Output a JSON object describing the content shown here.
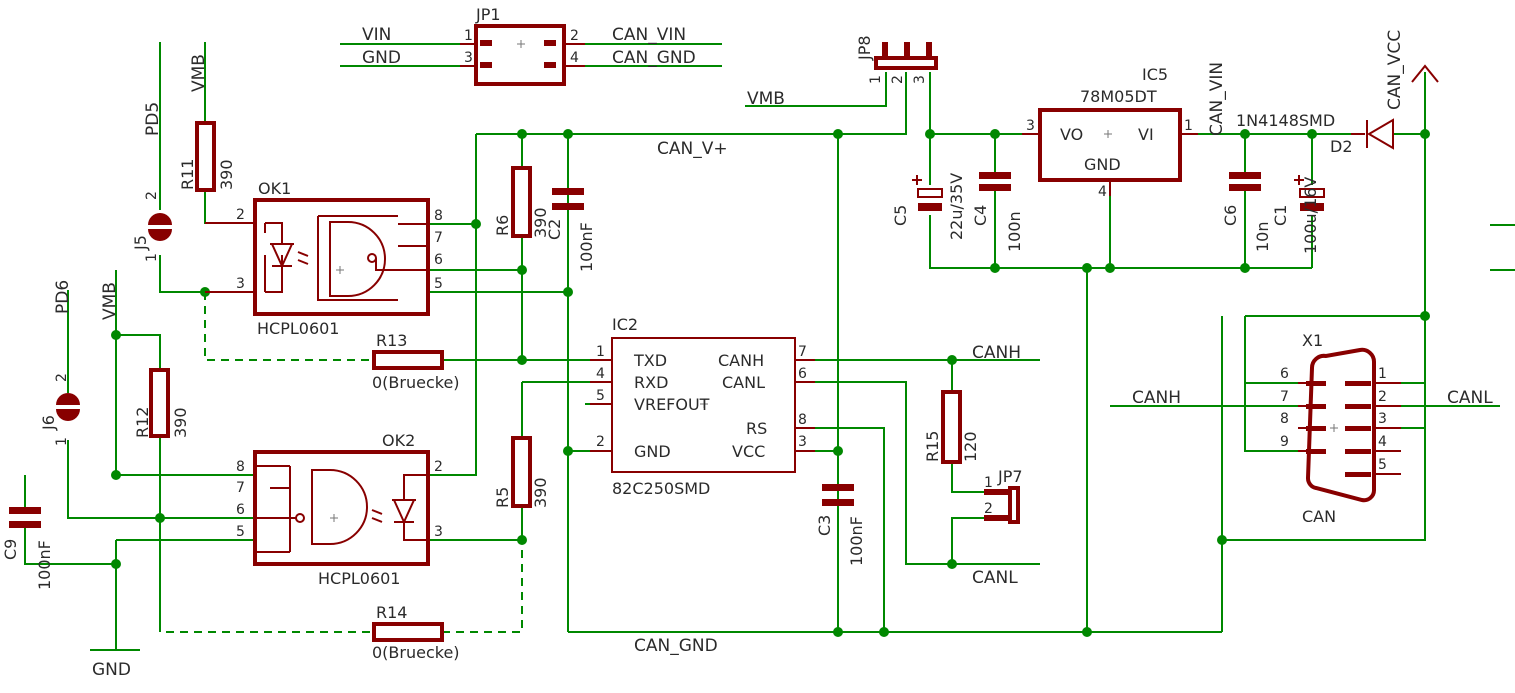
{
  "colors": {
    "wire": "#008800",
    "component": "#880000",
    "text": "#2b2b2b",
    "background": "#ffffff"
  },
  "nets": {
    "vin": "VIN",
    "gnd": "GND",
    "can_vin": "CAN_VIN",
    "can_gnd": "CAN_GND",
    "vmb": "VMB",
    "pd5": "PD5",
    "pd6": "PD6",
    "can_vplus": "CAN_V+",
    "canh": "CANH",
    "canl": "CANL",
    "can_vcc": "CAN_VCC"
  },
  "components": {
    "jp1": {
      "name": "JP1",
      "pins": [
        "1",
        "2",
        "3",
        "4"
      ]
    },
    "jp8": {
      "name": "JP8",
      "pins": [
        "1",
        "2",
        "3"
      ]
    },
    "jp7": {
      "name": "JP7",
      "pins": [
        "1",
        "2"
      ]
    },
    "j5": {
      "name": "J5",
      "pins": [
        "1",
        "2"
      ]
    },
    "j6": {
      "name": "J6",
      "pins": [
        "1",
        "2"
      ]
    },
    "ok1": {
      "name": "OK1",
      "value": "HCPL0601",
      "pins": [
        "2",
        "3",
        "8",
        "7",
        "6",
        "5"
      ]
    },
    "ok2": {
      "name": "OK2",
      "value": "HCPL0601",
      "pins": [
        "8",
        "7",
        "6",
        "5",
        "2",
        "3"
      ]
    },
    "r11": {
      "name": "R11",
      "value": "390"
    },
    "r12": {
      "name": "R12",
      "value": "390"
    },
    "r6": {
      "name": "R6",
      "value": "390"
    },
    "r5": {
      "name": "R5",
      "value": "390"
    },
    "r13": {
      "name": "R13",
      "value": "0(Bruecke)"
    },
    "r14": {
      "name": "R14",
      "value": "0(Bruecke)"
    },
    "r15": {
      "name": "R15",
      "value": "120"
    },
    "c2": {
      "name": "C2",
      "value": "100nF"
    },
    "c3": {
      "name": "C3",
      "value": "100nF"
    },
    "c9": {
      "name": "C9",
      "value": "100nF"
    },
    "c4": {
      "name": "C4",
      "value": "100n"
    },
    "c6": {
      "name": "C6",
      "value": "10n"
    },
    "c5": {
      "name": "C5",
      "value": "22u/35V"
    },
    "c1": {
      "name": "C1",
      "value": "100u/16V"
    },
    "ic2": {
      "name": "IC2",
      "value": "82C250SMD",
      "pins": [
        "1",
        "4",
        "5",
        "2",
        "7",
        "6",
        "8",
        "3"
      ],
      "pin_labels": [
        "TXD",
        "RXD",
        "VREFOUT",
        "GND",
        "CANH",
        "CANL",
        "RS",
        "VCC"
      ]
    },
    "ic5": {
      "name": "IC5",
      "value": "78M05DT",
      "pins": [
        "3",
        "1",
        "4"
      ],
      "pin_labels": [
        "VO",
        "VI",
        "GND"
      ]
    },
    "d2": {
      "name": "D2",
      "value": "1N4148SMD"
    },
    "x1": {
      "name": "X1",
      "value": "CAN",
      "pins": [
        "6",
        "7",
        "8",
        "9",
        "1",
        "2",
        "3",
        "4",
        "5"
      ]
    }
  }
}
